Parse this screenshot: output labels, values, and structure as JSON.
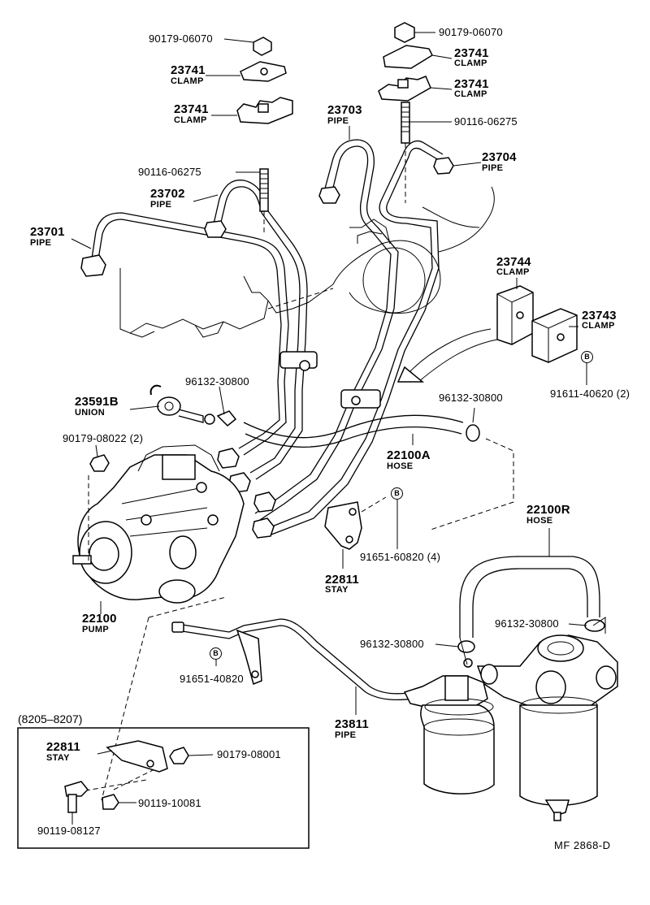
{
  "callouts": {
    "nut_top_left": {
      "part": "90179-06070"
    },
    "clamp_1": {
      "part": "23741",
      "name": "CLAMP"
    },
    "clamp_2": {
      "part": "23741",
      "name": "CLAMP"
    },
    "nut_top_right": {
      "part": "90179-06070"
    },
    "clamp_3": {
      "part": "23741",
      "name": "CLAMP"
    },
    "clamp_4": {
      "part": "23741",
      "name": "CLAMP"
    },
    "pipe_23703": {
      "part": "23703",
      "name": "PIPE"
    },
    "stud_right": {
      "part": "90116-06275"
    },
    "pipe_23704": {
      "part": "23704",
      "name": "PIPE"
    },
    "stud_left": {
      "part": "90116-06275"
    },
    "pipe_23702": {
      "part": "23702",
      "name": "PIPE"
    },
    "pipe_23701": {
      "part": "23701",
      "name": "PIPE"
    },
    "clamp_23744": {
      "part": "23744",
      "name": "CLAMP"
    },
    "clamp_23743": {
      "part": "23743",
      "name": "CLAMP"
    },
    "bolt_91611": {
      "part": "91611-40620 (2)",
      "badge": "B"
    },
    "clip_96132_a": {
      "part": "96132-30800"
    },
    "union_23591b": {
      "part": "23591B",
      "name": "UNION"
    },
    "clip_96132_b": {
      "part": "96132-30800"
    },
    "nut_90179_08022": {
      "part": "90179-08022 (2)"
    },
    "hose_22100a": {
      "part": "22100A",
      "name": "HOSE"
    },
    "bolt_91651_60820": {
      "part": "91651-60820 (4)",
      "badge": "B"
    },
    "stay_22811": {
      "part": "22811",
      "name": "STAY"
    },
    "hose_22100r": {
      "part": "22100R",
      "name": "HOSE"
    },
    "pump_22100": {
      "part": "22100",
      "name": "PUMP"
    },
    "clip_96132_c": {
      "part": "96132-30800"
    },
    "clip_96132_d": {
      "part": "96132-30800"
    },
    "bolt_91651_40820": {
      "part": "91651-40820",
      "badge": "B"
    },
    "pipe_23811": {
      "part": "23811",
      "name": "PIPE"
    }
  },
  "inset": {
    "range": "(8205–8207)",
    "stay": {
      "part": "22811",
      "name": "STAY"
    },
    "nut": {
      "part": "90179-08001"
    },
    "bolt_a": {
      "part": "90119-10081"
    },
    "bolt_b": {
      "part": "90119-08127"
    }
  },
  "reference_code": "MF  2868-D"
}
